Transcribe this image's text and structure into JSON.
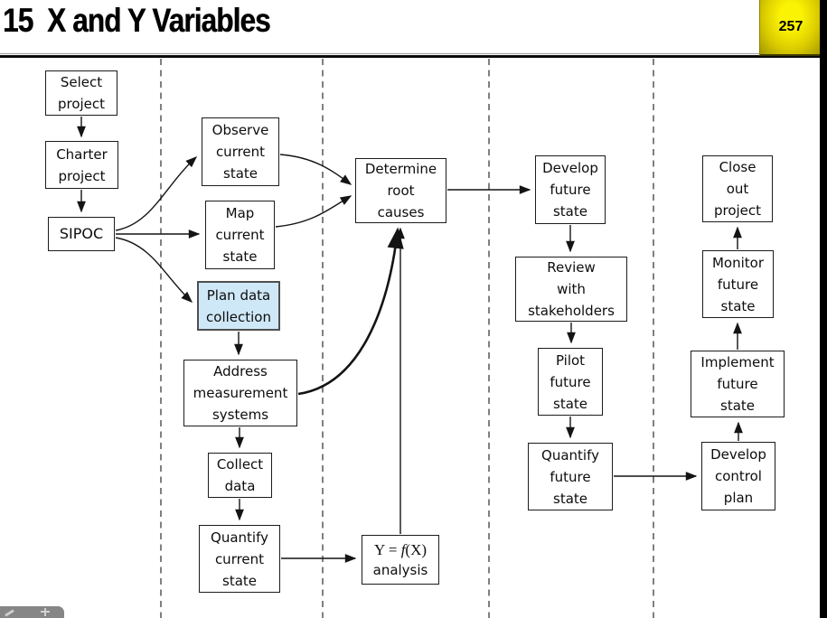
{
  "header": {
    "title": "15  X and Y Variables",
    "page_number": "257"
  },
  "boxes": [
    {
      "id": "select-project",
      "label": "Select\nproject"
    },
    {
      "id": "charter-project",
      "label": "Charter\nproject"
    },
    {
      "id": "sipoc",
      "label": "SIPOC"
    },
    {
      "id": "observe-current-state",
      "label": "Observe\ncurrent\nstate"
    },
    {
      "id": "map-current-state",
      "label": "Map\ncurrent\nstate"
    },
    {
      "id": "plan-data-collection",
      "label": "Plan data\ncollection",
      "highlighted": true
    },
    {
      "id": "address-measurement-systems",
      "label": "Address\nmeasurement\nsystems"
    },
    {
      "id": "collect-data",
      "label": "Collect\ndata"
    },
    {
      "id": "quantify-current-state",
      "label": "Quantify\ncurrent\nstate"
    },
    {
      "id": "determine-root-causes",
      "label": "Determine\nroot\ncauses"
    },
    {
      "id": "develop-future-state",
      "label": "Develop\nfuture\nstate"
    },
    {
      "id": "review-with-stakeholders",
      "label": "Review\nwith\nstakeholders"
    },
    {
      "id": "pilot-future-state",
      "label": "Pilot\nfuture\nstate"
    },
    {
      "id": "quantify-future-state",
      "label": "Quantify\nfuture\nstate"
    },
    {
      "id": "close-out-project",
      "label": "Close\nout\nproject"
    },
    {
      "id": "monitor-future-state",
      "label": "Monitor\nfuture\nstate"
    },
    {
      "id": "implement-future-state",
      "label": "Implement\nfuture\nstate"
    },
    {
      "id": "develop-control-plan",
      "label": "Develop\ncontrol\nplan"
    }
  ],
  "yfx": {
    "pre": "Y = ",
    "f": "f",
    "post": "(X)",
    "line2": "analysis"
  },
  "colors": {
    "highlight_fill": "#cfe8f8",
    "page_badge": "#e8d400",
    "phase_divider": "#3c3c3c",
    "right_bar": "#000000"
  },
  "footer": {
    "icons": [
      "pen-icon",
      "plus-icon"
    ]
  }
}
